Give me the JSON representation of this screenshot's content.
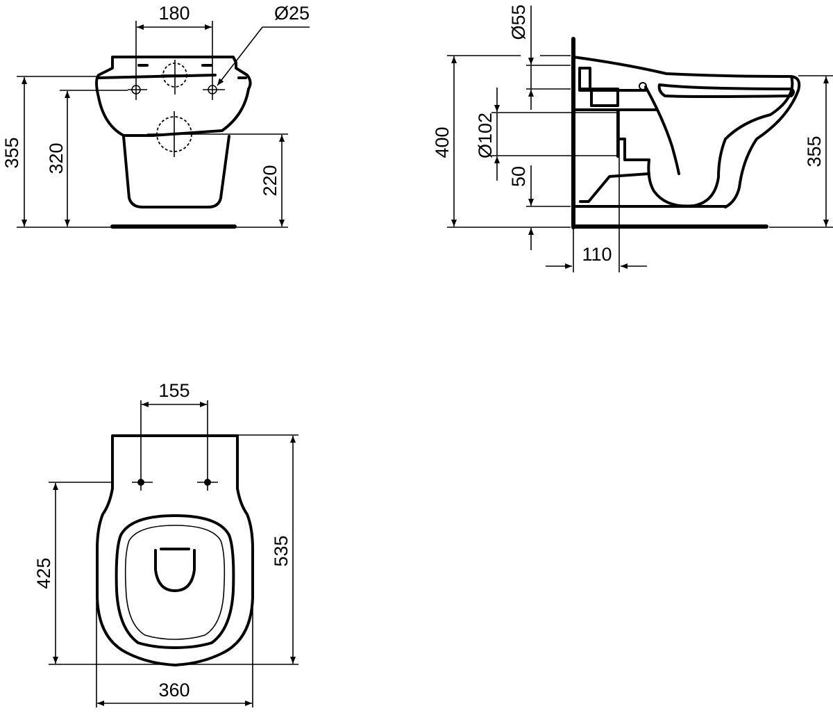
{
  "drawing": {
    "type": "technical-dimension-drawing",
    "subject": "wall-hung toilet",
    "units": "mm",
    "line_color": "#000000",
    "background": "#ffffff"
  },
  "front_view": {
    "dimensions": {
      "fixing_spacing": "180",
      "fixing_hole_diameter": "Ø25",
      "height_top": "355",
      "height_fixings": "320",
      "height_outlet": "220"
    }
  },
  "side_view": {
    "dimensions": {
      "inlet_diameter": "Ø55",
      "overall_height": "400",
      "outlet_diameter": "Ø102",
      "outlet_offset": "50",
      "rim_height": "355",
      "outlet_projection": "110"
    }
  },
  "top_view": {
    "dimensions": {
      "seat_fixing_spacing": "155",
      "bowl_length_from_fixing": "425",
      "overall_length": "535",
      "overall_width": "360"
    }
  }
}
